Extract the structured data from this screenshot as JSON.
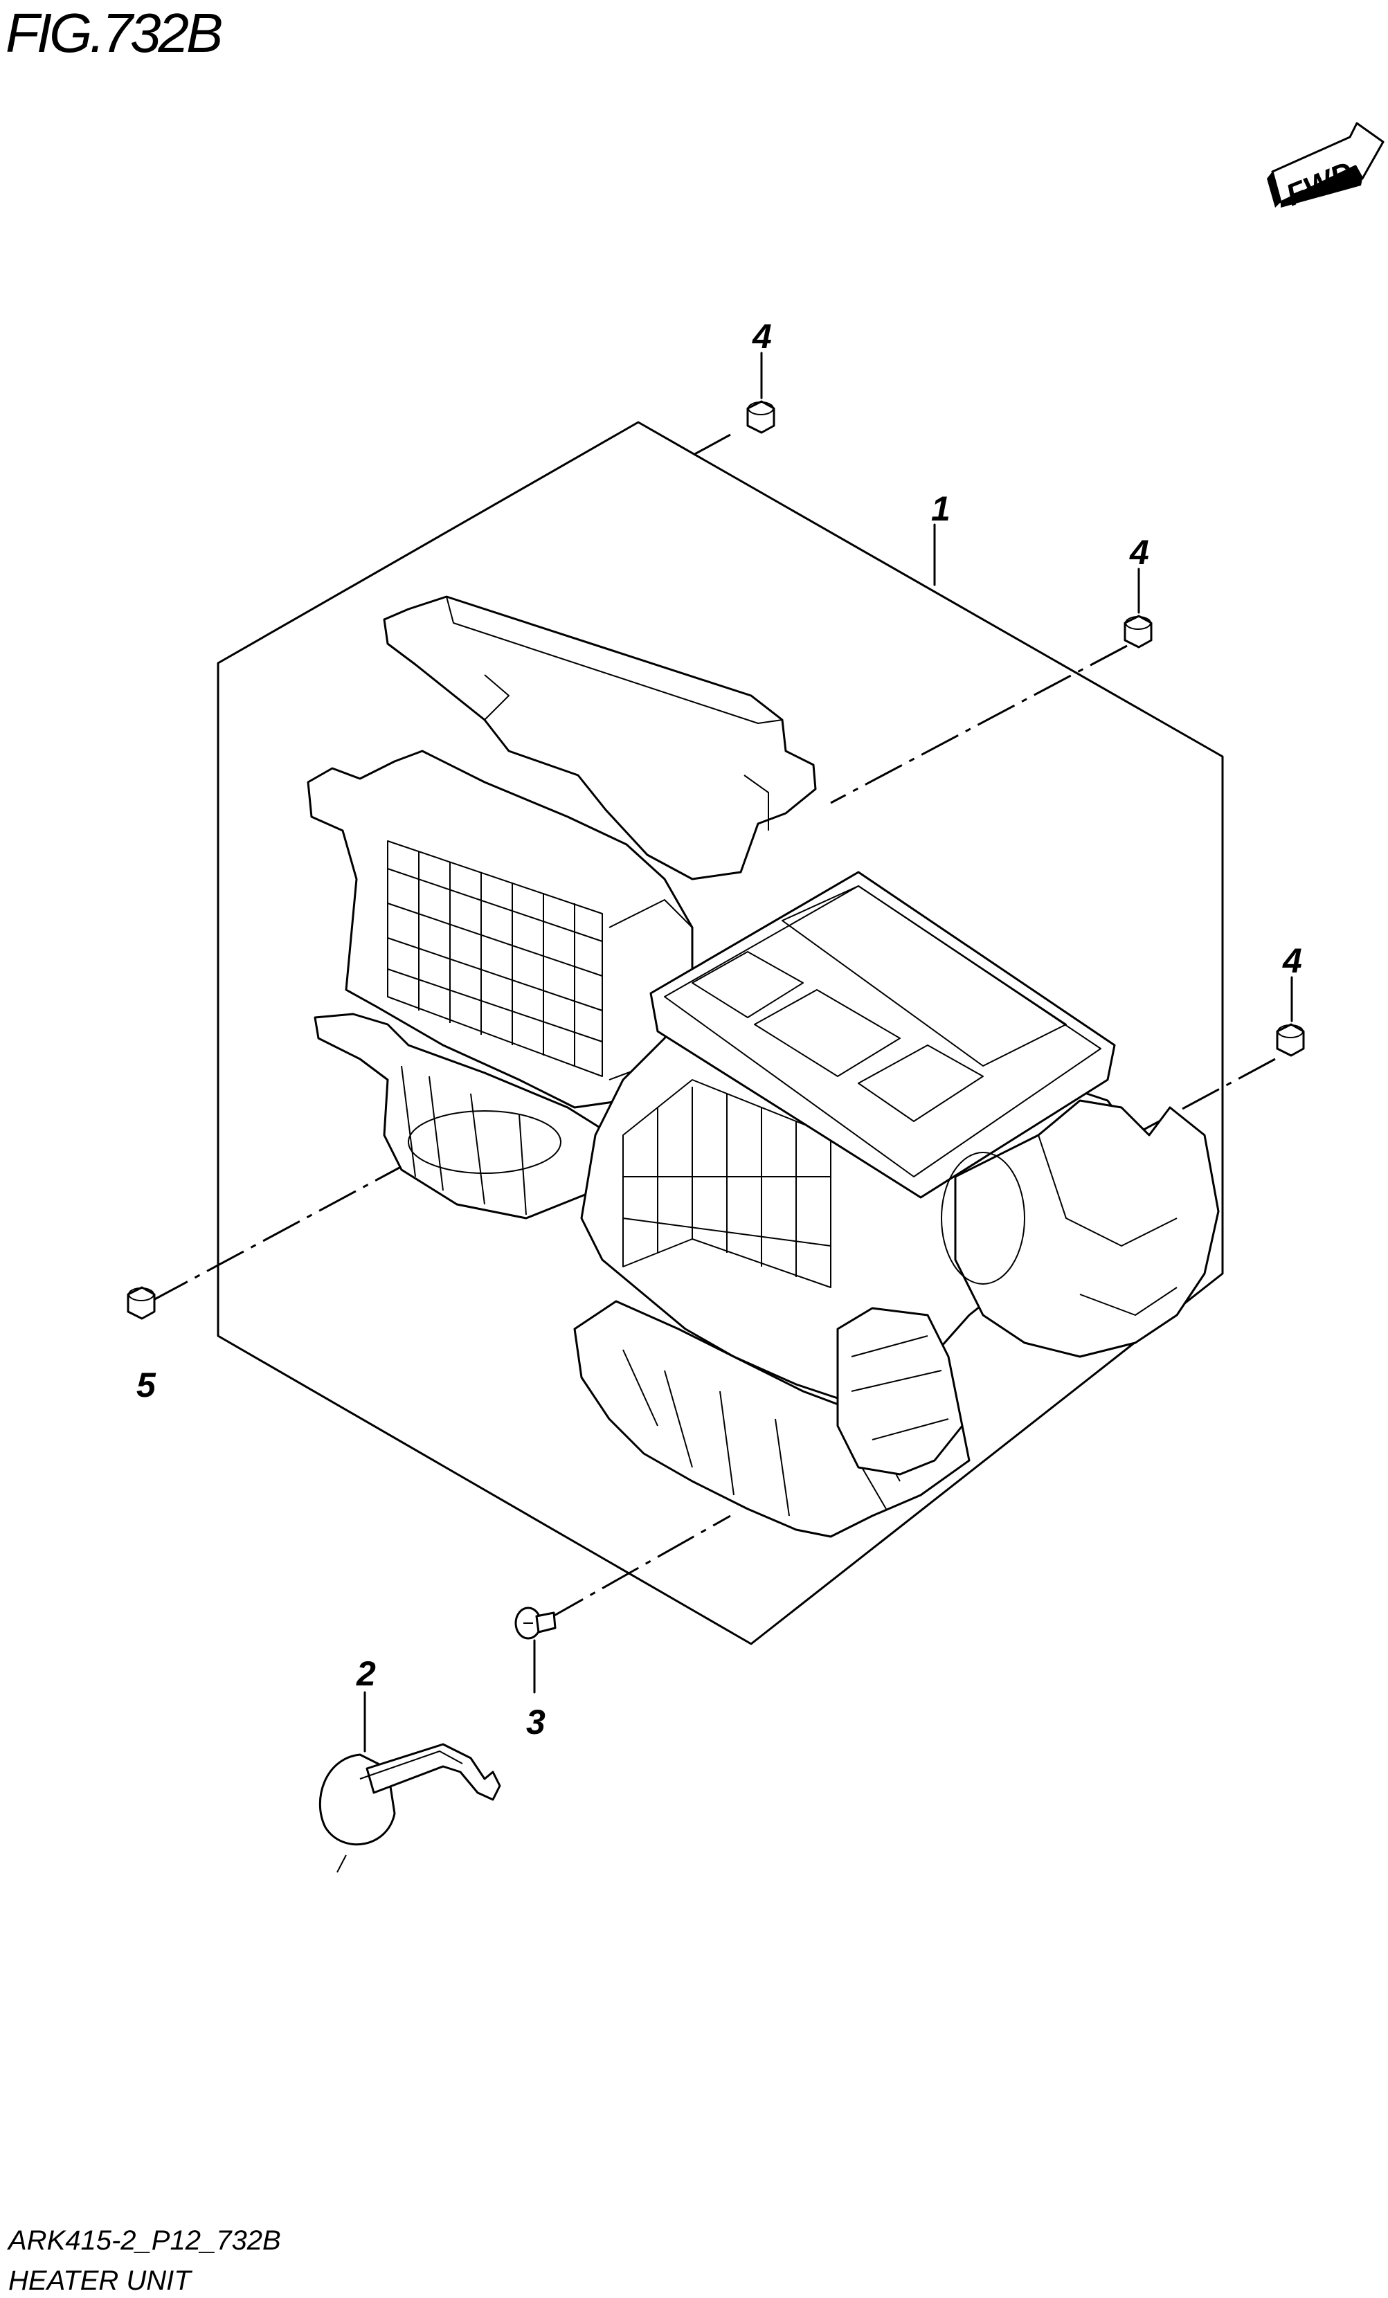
{
  "figure_title": "FIG.732B",
  "fwd_label": "FWD",
  "callouts": {
    "part_1": "1",
    "part_2": "2",
    "part_3": "3",
    "part_4_top": "4",
    "part_4_right_upper": "4",
    "part_4_right_lower": "4",
    "part_5": "5"
  },
  "footer": {
    "code": "ARK415-2_P12_732B",
    "name": "HEATER UNIT"
  }
}
